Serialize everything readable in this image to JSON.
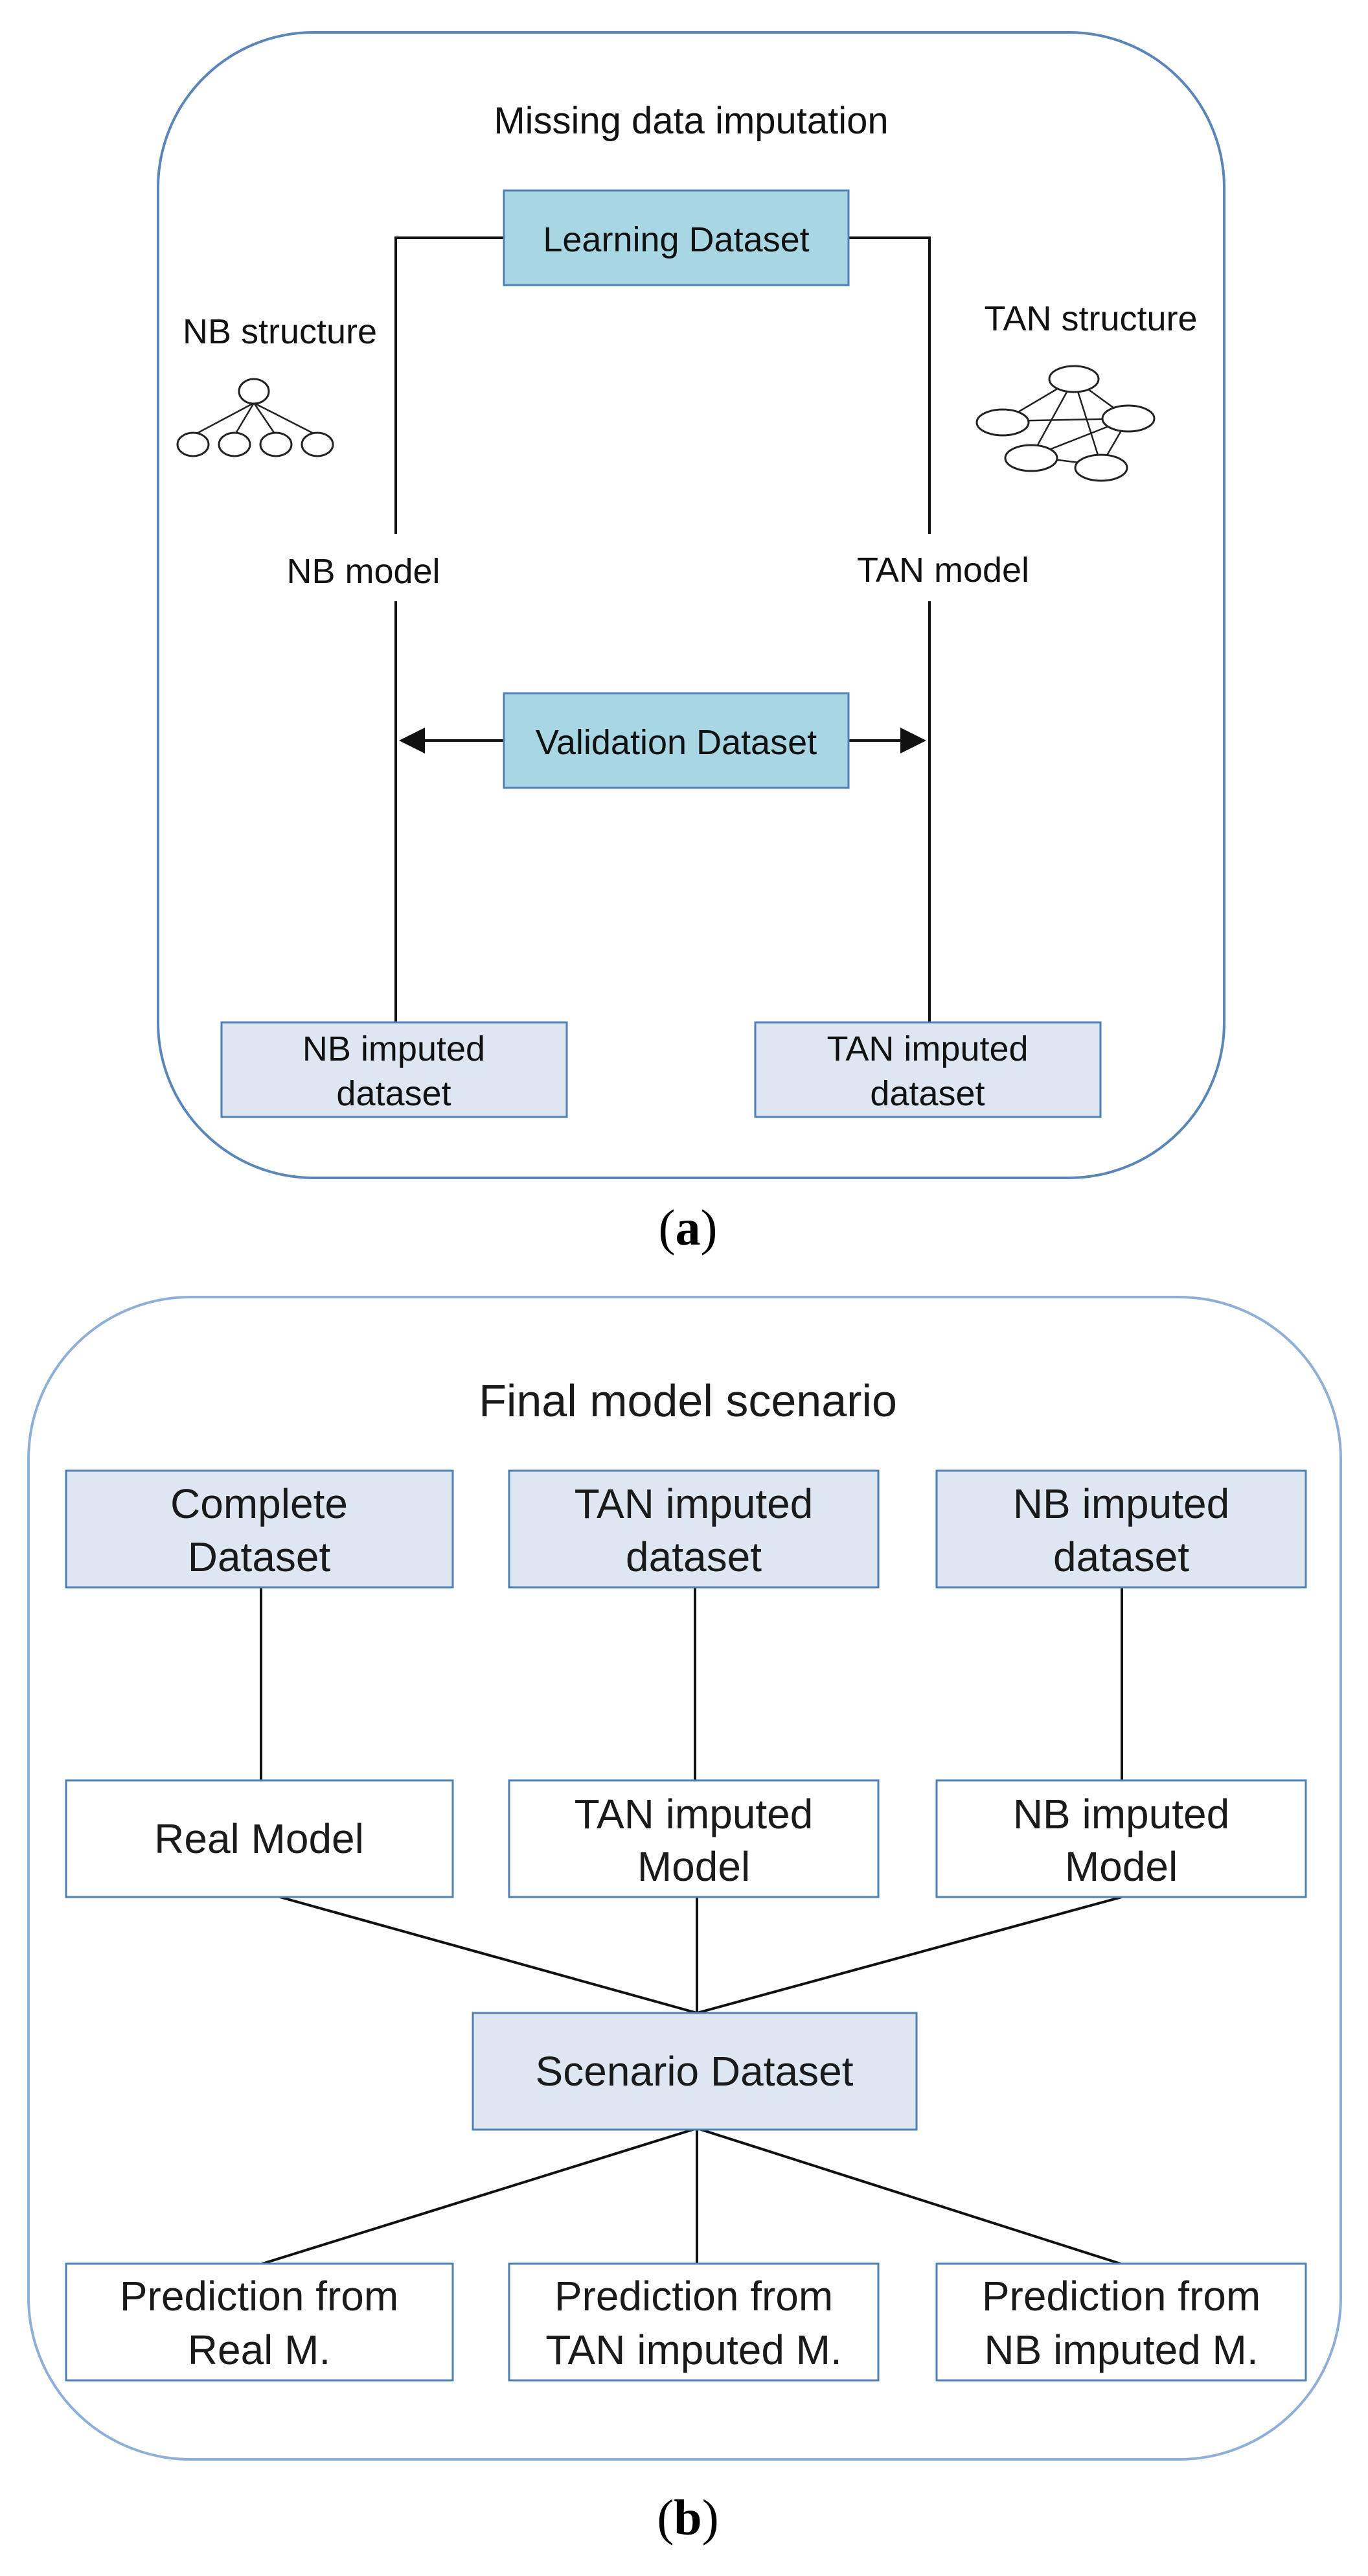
{
  "colors": {
    "cyan_box": "#a9d6e3",
    "light_box": "#dde6f1",
    "white_box": "#ffffff",
    "border": "#4f81b4",
    "frame": "#5b86b8"
  },
  "panel_a": {
    "title": "Missing data imputation",
    "learning_dataset": "Learning Dataset",
    "validation_dataset": "Validation Dataset",
    "nb_structure_label": "NB structure",
    "tan_structure_label": "TAN structure",
    "nb_model_label": "NB model",
    "tan_model_label": "TAN model",
    "nb_imputed": {
      "line1": "NB imputed",
      "line2": "dataset"
    },
    "tan_imputed": {
      "line1": "TAN imputed",
      "line2": "dataset"
    },
    "caption_open": "(",
    "caption_letter": "a",
    "caption_close": ")"
  },
  "panel_b": {
    "title": "Final model scenario",
    "complete_dataset": {
      "line1": "Complete",
      "line2": "Dataset"
    },
    "tan_imputed_dataset": {
      "line1": "TAN imputed",
      "line2": "dataset"
    },
    "nb_imputed_dataset": {
      "line1": "NB imputed",
      "line2": "dataset"
    },
    "real_model": "Real Model",
    "tan_imputed_model": {
      "line1": "TAN imputed",
      "line2": "Model"
    },
    "nb_imputed_model": {
      "line1": "NB imputed",
      "line2": "Model"
    },
    "scenario_dataset": "Scenario Dataset",
    "prediction_real": {
      "line1": "Prediction from",
      "line2": "Real M."
    },
    "prediction_tan": {
      "line1": "Prediction from",
      "line2": "TAN imputed M."
    },
    "prediction_nb": {
      "line1": "Prediction from",
      "line2": "NB imputed M."
    },
    "caption_open": "(",
    "caption_letter": "b",
    "caption_close": ")"
  }
}
